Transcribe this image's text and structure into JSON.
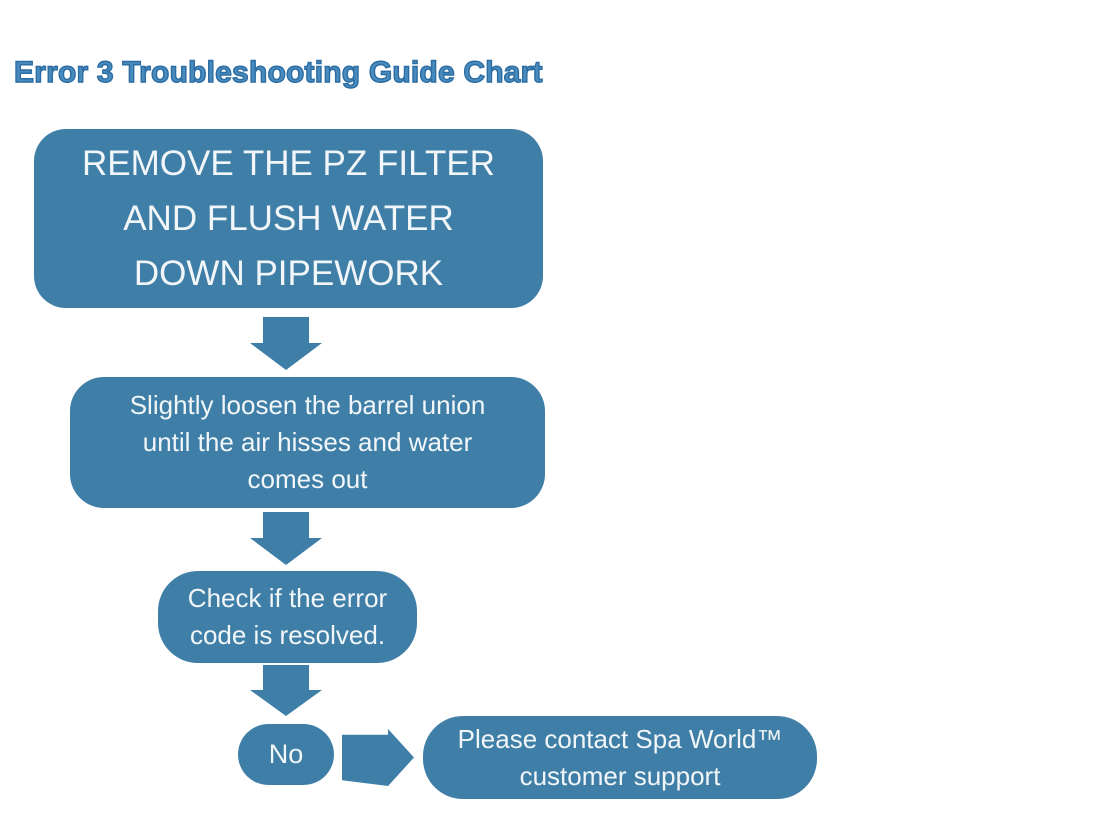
{
  "title": {
    "text": "Error 3 Troubleshooting Guide Chart",
    "fill": "#4a8bbd",
    "outline": "#2b6ca3"
  },
  "colors": {
    "node_fill": "#3f7fa7",
    "node_text": "#f2f6f8",
    "background": "#ffffff"
  },
  "flowchart": {
    "steps": [
      {
        "id": "step-1",
        "shape": "rounded-rectangle",
        "text": "REMOVE THE PZ FILTER\nAND FLUSH WATER\nDOWN PIPEWORK"
      },
      {
        "id": "step-2",
        "shape": "rounded-rectangle",
        "text": "Slightly loosen the barrel union\nuntil the air hisses and water\ncomes out"
      },
      {
        "id": "step-3",
        "shape": "rounded-rectangle",
        "text": "Check if the error\ncode is resolved."
      },
      {
        "id": "decision-no",
        "shape": "pill",
        "text": "No"
      },
      {
        "id": "step-4",
        "shape": "rounded-rectangle",
        "text": "Please contact Spa World™\ncustomer support"
      }
    ],
    "connectors": [
      {
        "from": "step-1",
        "to": "step-2",
        "type": "down-arrow"
      },
      {
        "from": "step-2",
        "to": "step-3",
        "type": "down-arrow"
      },
      {
        "from": "step-3",
        "to": "decision-no",
        "type": "down-arrow"
      },
      {
        "from": "decision-no",
        "to": "step-4",
        "type": "right-arrow"
      }
    ]
  }
}
